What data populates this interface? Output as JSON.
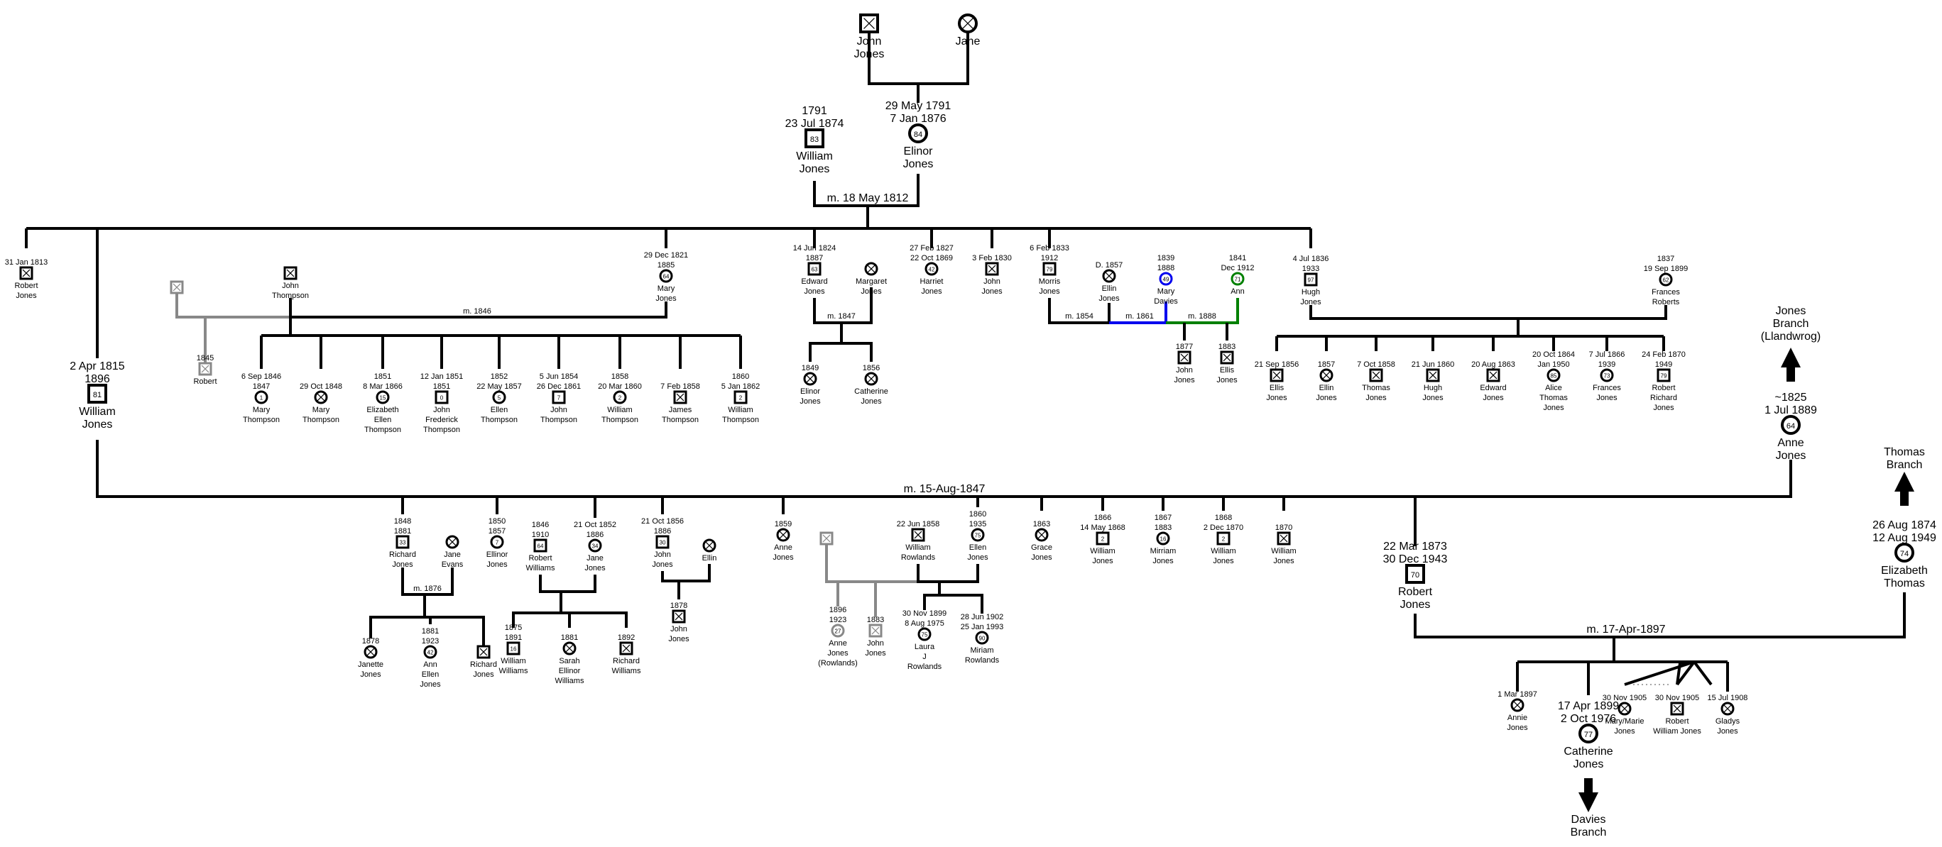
{
  "title": "Jones Family Tree",
  "colors": {
    "line": "#000000",
    "unknown": "#888888",
    "second_marriage": "#0000ee",
    "third_marriage": "#008000"
  },
  "people": {
    "john_jones_sr": {
      "name": [
        "John",
        "Jones"
      ],
      "sex": "m",
      "dates": [],
      "age": null
    },
    "jane": {
      "name": [
        "Jane"
      ],
      "sex": "f",
      "dates": [],
      "age": null
    },
    "william_jones_1791": {
      "name": [
        "William",
        "Jones"
      ],
      "sex": "m",
      "dates": [
        "1791",
        "23 Jul 1874"
      ],
      "age": "83"
    },
    "elinor_jones_1791": {
      "name": [
        "Elinor",
        "Jones"
      ],
      "sex": "f",
      "dates": [
        "29 May 1791",
        "7 Jan 1876"
      ],
      "age": "84"
    },
    "robert_jones_1813": {
      "name": [
        "Robert",
        "Jones"
      ],
      "sex": "m",
      "dates": [
        "31 Jan 1813"
      ],
      "age": null
    },
    "william_jones_1815": {
      "name": [
        "William",
        "Jones"
      ],
      "sex": "m",
      "dates": [
        "2 Apr 1815",
        "1896"
      ],
      "age": "81"
    },
    "unknown_father_robert": {
      "name": [],
      "sex": "m",
      "dates": [],
      "age": null,
      "unknown": true
    },
    "robert_1845": {
      "name": [
        "Robert"
      ],
      "sex": "m",
      "dates": [
        "1845"
      ],
      "age": null,
      "unknown": true
    },
    "john_thompson": {
      "name": [
        "John",
        "Thompson"
      ],
      "sex": "m",
      "dates": [],
      "age": null
    },
    "mary_jones_1821": {
      "name": [
        "Mary",
        "Jones"
      ],
      "sex": "f",
      "dates": [
        "29 Dec 1821",
        "1885"
      ],
      "age": "64"
    },
    "mary_thompson_1846": {
      "name": [
        "Mary",
        "Thompson"
      ],
      "sex": "f",
      "dates": [
        "6 Sep 1846",
        "1847"
      ],
      "age": "1"
    },
    "mary_thompson_1848": {
      "name": [
        "Mary",
        "Thompson"
      ],
      "sex": "f",
      "dates": [
        "29 Oct 1848"
      ],
      "age": null
    },
    "elizabeth_ellen_thompson": {
      "name": [
        "Elizabeth",
        "Ellen",
        "Thompson"
      ],
      "sex": "f",
      "dates": [
        "1851",
        "8 Mar 1866"
      ],
      "age": "15"
    },
    "john_frederick_thompson": {
      "name": [
        "John",
        "Frederick",
        "Thompson"
      ],
      "sex": "m",
      "dates": [
        "12 Jan 1851",
        "1851"
      ],
      "age": "0"
    },
    "ellen_thompson": {
      "name": [
        "Ellen",
        "Thompson"
      ],
      "sex": "f",
      "dates": [
        "1852",
        "22 May 1857"
      ],
      "age": "5"
    },
    "john_thompson_1854": {
      "name": [
        "John",
        "Thompson"
      ],
      "sex": "m",
      "dates": [
        "5 Jun 1854",
        "26 Dec 1861"
      ],
      "age": "7"
    },
    "william_thompson_1858": {
      "name": [
        "William",
        "Thompson"
      ],
      "sex": "f",
      "dates": [
        "1858",
        "20 Mar 1860"
      ],
      "age": "2"
    },
    "james_thompson": {
      "name": [
        "James",
        "Thompson"
      ],
      "sex": "m",
      "dates": [
        "7 Feb 1858"
      ],
      "age": null
    },
    "william_thompson_1860": {
      "name": [
        "William",
        "Thompson"
      ],
      "sex": "m",
      "dates": [
        "1860",
        "5 Jan 1862"
      ],
      "age": "2"
    },
    "edward_jones_1824": {
      "name": [
        "Edward",
        "Jones"
      ],
      "sex": "m",
      "dates": [
        "14 Jun 1824",
        "1887"
      ],
      "age": "63"
    },
    "margaret_jones": {
      "name": [
        "Margaret",
        "Jones"
      ],
      "sex": "f",
      "dates": [],
      "age": null
    },
    "elinor_jones_1849": {
      "name": [
        "Elinor",
        "Jones"
      ],
      "sex": "f",
      "dates": [
        "1849"
      ],
      "age": null
    },
    "catherine_jones_1856": {
      "name": [
        "Catherine",
        "Jones"
      ],
      "sex": "f",
      "dates": [
        "1856"
      ],
      "age": null
    },
    "harriet_jones": {
      "name": [
        "Harriet",
        "Jones"
      ],
      "sex": "f",
      "dates": [
        "27 Feb 1827",
        "22 Oct 1869"
      ],
      "age": "42"
    },
    "john_jones_1830": {
      "name": [
        "John",
        "Jones"
      ],
      "sex": "m",
      "dates": [
        "3 Feb 1830"
      ],
      "age": null
    },
    "morris_jones": {
      "name": [
        "Morris",
        "Jones"
      ],
      "sex": "m",
      "dates": [
        "6 Feb 1833",
        "1912"
      ],
      "age": "79"
    },
    "ellin_jones_d1857": {
      "name": [
        "Ellin",
        "Jones"
      ],
      "sex": "f",
      "dates": [
        "D. 1857"
      ],
      "age": null
    },
    "mary_davies": {
      "name": [
        "Mary",
        "Davies"
      ],
      "sex": "f",
      "dates": [
        "1839",
        "1888"
      ],
      "age": "49",
      "color": "blue"
    },
    "ann_1841": {
      "name": [
        "Ann"
      ],
      "sex": "f",
      "dates": [
        "1841",
        "Dec 1912"
      ],
      "age": "71",
      "color": "green"
    },
    "john_jones_1877": {
      "name": [
        "John",
        "Jones"
      ],
      "sex": "m",
      "dates": [
        "1877"
      ],
      "age": null
    },
    "ellis_jones_1883": {
      "name": [
        "Ellis",
        "Jones"
      ],
      "sex": "m",
      "dates": [
        "1883"
      ],
      "age": null
    },
    "hugh_jones_1836": {
      "name": [
        "Hugh",
        "Jones"
      ],
      "sex": "m",
      "dates": [
        "4 Jul 1836",
        "1933"
      ],
      "age": "97"
    },
    "frances_roberts": {
      "name": [
        "Frances",
        "Roberts"
      ],
      "sex": "f",
      "dates": [
        "1837",
        "19 Sep 1899"
      ],
      "age": "62"
    },
    "ellis_jones_1856": {
      "name": [
        "Ellis",
        "Jones"
      ],
      "sex": "m",
      "dates": [
        "21 Sep 1856"
      ],
      "age": null
    },
    "ellin_jones_1857": {
      "name": [
        "Ellin",
        "Jones"
      ],
      "sex": "f",
      "dates": [
        "1857"
      ],
      "age": null
    },
    "thomas_jones_1858": {
      "name": [
        "Thomas",
        "Jones"
      ],
      "sex": "m",
      "dates": [
        "7 Oct 1858"
      ],
      "age": null
    },
    "hugh_jones_1860": {
      "name": [
        "Hugh",
        "Jones"
      ],
      "sex": "m",
      "dates": [
        "21 Jun 1860"
      ],
      "age": null
    },
    "edward_jones_1863": {
      "name": [
        "Edward",
        "Jones"
      ],
      "sex": "m",
      "dates": [
        "20 Aug 1863"
      ],
      "age": null
    },
    "alice_thomas_jones": {
      "name": [
        "Alice",
        "Thomas",
        "Jones"
      ],
      "sex": "f",
      "dates": [
        "20 Oct 1864",
        "Jan 1950"
      ],
      "age": "85"
    },
    "frances_jones_1866": {
      "name": [
        "Frances",
        "Jones"
      ],
      "sex": "f",
      "dates": [
        "7 Jul 1866",
        "1939"
      ],
      "age": "73"
    },
    "robert_richard_jones": {
      "name": [
        "Robert",
        "Richard",
        "Jones"
      ],
      "sex": "m",
      "dates": [
        "24 Feb 1870",
        "1949"
      ],
      "age": "79"
    },
    "anne_jones_1825": {
      "name": [
        "Anne",
        "Jones"
      ],
      "sex": "f",
      "dates": [
        "~1825",
        "1 Jul 1889"
      ],
      "age": "64"
    },
    "richard_jones_1848": {
      "name": [
        "Richard",
        "Jones"
      ],
      "sex": "m",
      "dates": [
        "1848",
        "1881"
      ],
      "age": "33"
    },
    "jane_evans": {
      "name": [
        "Jane",
        "Evans"
      ],
      "sex": "f",
      "dates": [],
      "age": null
    },
    "janette_jones": {
      "name": [
        "Janette",
        "Jones"
      ],
      "sex": "f",
      "dates": [
        "1878"
      ],
      "age": null
    },
    "ann_ellen_jones": {
      "name": [
        "Ann",
        "Ellen",
        "Jones"
      ],
      "sex": "f",
      "dates": [
        "1881",
        "1923"
      ],
      "age": "42"
    },
    "richard_jones_child": {
      "name": [
        "Richard",
        "Jones"
      ],
      "sex": "m",
      "dates": [],
      "age": null
    },
    "ellinor_jones_1850": {
      "name": [
        "Ellinor",
        "Jones"
      ],
      "sex": "f",
      "dates": [
        "1850",
        "1857"
      ],
      "age": "7"
    },
    "robert_williams": {
      "name": [
        "Robert",
        "Williams"
      ],
      "sex": "m",
      "dates": [
        "1846",
        "1910"
      ],
      "age": "64"
    },
    "jane_jones_1852": {
      "name": [
        "Jane",
        "Jones"
      ],
      "sex": "f",
      "dates": [
        "21 Oct 1852",
        "1886"
      ],
      "age": "34"
    },
    "william_williams": {
      "name": [
        "William",
        "Williams"
      ],
      "sex": "m",
      "dates": [
        "1875",
        "1891"
      ],
      "age": "16"
    },
    "sarah_ellinor_williams": {
      "name": [
        "Sarah",
        "Ellinor",
        "Williams"
      ],
      "sex": "f",
      "dates": [
        "1881"
      ],
      "age": null
    },
    "richard_williams": {
      "name": [
        "Richard",
        "Williams"
      ],
      "sex": "m",
      "dates": [
        "1892"
      ],
      "age": null
    },
    "john_jones_1856": {
      "name": [
        "John",
        "Jones"
      ],
      "sex": "m",
      "dates": [
        "21 Oct 1856",
        "1886"
      ],
      "age": "30"
    },
    "ellin_wife": {
      "name": [
        "Ellin"
      ],
      "sex": "f",
      "dates": [],
      "age": null
    },
    "john_jones_1878": {
      "name": [
        "John",
        "Jones"
      ],
      "sex": "m",
      "dates": [
        "1878"
      ],
      "age": null
    },
    "anne_jones_1859": {
      "name": [
        "Anne",
        "Jones"
      ],
      "sex": "f",
      "dates": [
        "1859"
      ],
      "age": null
    },
    "unknown_father_rowlands": {
      "name": [],
      "sex": "m",
      "dates": [],
      "age": null,
      "unknown": true
    },
    "anne_jones_rowlands": {
      "name": [
        "Anne",
        "Jones",
        "(Rowlands)"
      ],
      "sex": "f",
      "dates": [
        "1896",
        "1923"
      ],
      "age": "27",
      "unknown": true
    },
    "john_jones_1883": {
      "name": [
        "John",
        "Jones"
      ],
      "sex": "m",
      "dates": [
        "1883"
      ],
      "age": null,
      "unknown": true
    },
    "william_rowlands": {
      "name": [
        "William",
        "Rowlands"
      ],
      "sex": "m",
      "dates": [
        "22 Jun 1858"
      ],
      "age": null
    },
    "ellen_jones_1860": {
      "name": [
        "Ellen",
        "Jones"
      ],
      "sex": "f",
      "dates": [
        "1860",
        "1935"
      ],
      "age": "75"
    },
    "laura_j_rowlands": {
      "name": [
        "Laura",
        "J",
        "Rowlands"
      ],
      "sex": "f",
      "dates": [
        "30 Nov 1899",
        "8 Aug 1975"
      ],
      "age": "75"
    },
    "miriam_rowlands": {
      "name": [
        "Miriam",
        "Rowlands"
      ],
      "sex": "f",
      "dates": [
        "28 Jun 1902",
        "25 Jan 1993"
      ],
      "age": "90"
    },
    "grace_jones": {
      "name": [
        "Grace",
        "Jones"
      ],
      "sex": "f",
      "dates": [
        "1863"
      ],
      "age": null
    },
    "william_jones_1866": {
      "name": [
        "William",
        "Jones"
      ],
      "sex": "m",
      "dates": [
        "1866",
        "14 May 1868"
      ],
      "age": "2"
    },
    "mirriam_jones": {
      "name": [
        "Mirriam",
        "Jones"
      ],
      "sex": "f",
      "dates": [
        "1867",
        "1883"
      ],
      "age": "16"
    },
    "william_jones_1868": {
      "name": [
        "William",
        "Jones"
      ],
      "sex": "m",
      "dates": [
        "1868",
        "2 Dec 1870"
      ],
      "age": "2"
    },
    "william_jones_1870": {
      "name": [
        "William",
        "Jones"
      ],
      "sex": "m",
      "dates": [
        "1870"
      ],
      "age": null
    },
    "robert_jones_1873": {
      "name": [
        "Robert",
        "Jones"
      ],
      "sex": "m",
      "dates": [
        "22 Mar 1873",
        "30 Dec 1943"
      ],
      "age": "70"
    },
    "elizabeth_thomas": {
      "name": [
        "Elizabeth",
        "Thomas"
      ],
      "sex": "f",
      "dates": [
        "26 Aug 1874",
        "12 Aug 1949"
      ],
      "age": "74"
    },
    "annie_jones": {
      "name": [
        "Annie",
        "Jones"
      ],
      "sex": "f",
      "dates": [
        "1 Mar 1897"
      ],
      "age": null
    },
    "catherine_jones_1899": {
      "name": [
        "Catherine",
        "Jones"
      ],
      "sex": "f",
      "dates": [
        "17 Apr 1899",
        "2 Oct 1976"
      ],
      "age": "77"
    },
    "mary_marie_jones": {
      "name": [
        "Mary/Marie",
        "Jones"
      ],
      "sex": "f",
      "dates": [
        "30 Nov 1905"
      ],
      "age": null
    },
    "robert_william_jones": {
      "name": [
        "Robert",
        "William Jones"
      ],
      "sex": "m",
      "dates": [
        "30 Nov 1905"
      ],
      "age": null
    },
    "gladys_jones": {
      "name": [
        "Gladys",
        "Jones"
      ],
      "sex": "f",
      "dates": [
        "15 Jul 1908"
      ],
      "age": null
    }
  },
  "marriages": {
    "william_elinor": "m. 18 May 1812",
    "thompson_mary": "m. 1846",
    "edward_margaret": "m. 1847",
    "morris_ellin": "m. 1854",
    "morris_mary": "m. 1861",
    "morris_ann": "m. 1888",
    "william_anne": "m. 15-Aug-1847",
    "richard_jane": "m. 1876",
    "robert_elizabeth": "m. 17-Apr-1897"
  },
  "branches": {
    "jones_llandwrog": [
      "Jones",
      "Branch",
      "(Llandwrog)"
    ],
    "thomas": [
      "Thomas",
      "Branch"
    ],
    "davies": [
      "Davies",
      "Branch"
    ]
  }
}
